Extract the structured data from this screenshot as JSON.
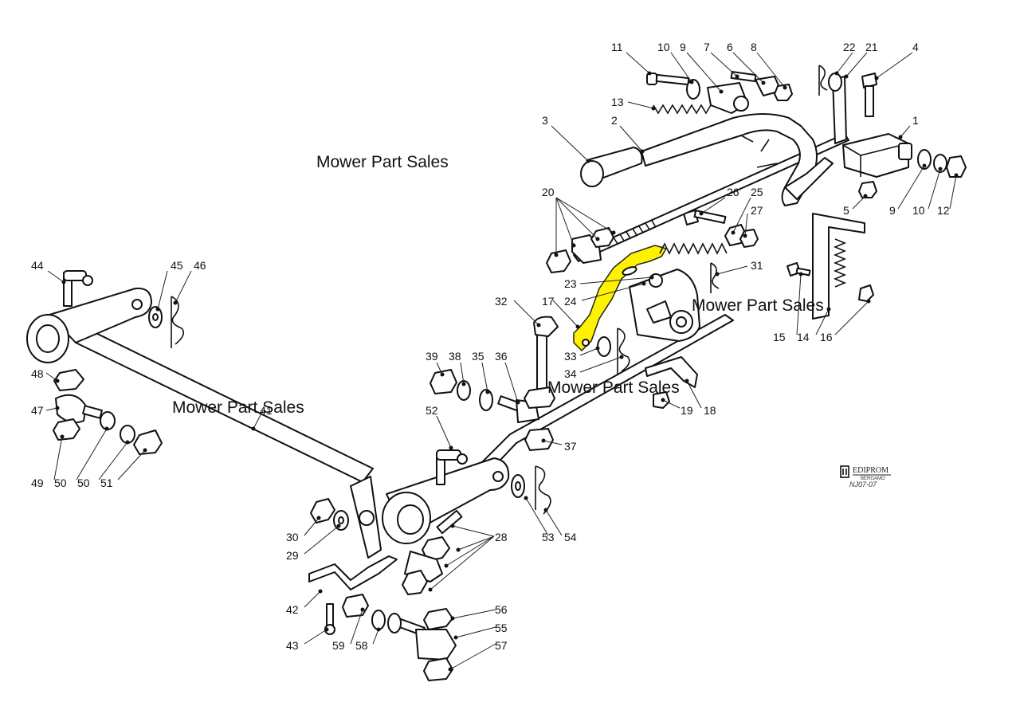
{
  "watermark": {
    "text": "Mower Part Sales"
  },
  "publisher": {
    "logo_text": "EDIPROM",
    "logo_sub": "BERGAMO",
    "drawing_code": "NJ07-07"
  },
  "highlight": {
    "part": "17",
    "color": "#fff200"
  },
  "part_labels": {
    "p1": "1",
    "p2": "2",
    "p3": "3",
    "p4": "4",
    "p5": "5",
    "p6": "6",
    "p7": "7",
    "p8": "8",
    "p9a": "9",
    "p9b": "9",
    "p10a": "10",
    "p10b": "10",
    "p11": "11",
    "p12": "12",
    "p13": "13",
    "p14": "14",
    "p15": "15",
    "p16": "16",
    "p17": "17",
    "p18": "18",
    "p19": "19",
    "p20": "20",
    "p21": "21",
    "p22": "22",
    "p23": "23",
    "p24": "24",
    "p25": "25",
    "p26": "26",
    "p27": "27",
    "p28": "28",
    "p29": "29",
    "p30": "30",
    "p31": "31",
    "p32": "32",
    "p33": "33",
    "p34": "34",
    "p35": "35",
    "p36": "36",
    "p37": "37",
    "p38": "38",
    "p39": "39",
    "p41": "41",
    "p42": "42",
    "p43": "43",
    "p44": "44",
    "p45": "45",
    "p46": "46",
    "p47": "47",
    "p48": "48",
    "p49": "49",
    "p50a": "50",
    "p50b": "50",
    "p51": "51",
    "p52": "52",
    "p53": "53",
    "p54": "54",
    "p55": "55",
    "p56": "56",
    "p57": "57",
    "p58": "58",
    "p59": "59"
  }
}
